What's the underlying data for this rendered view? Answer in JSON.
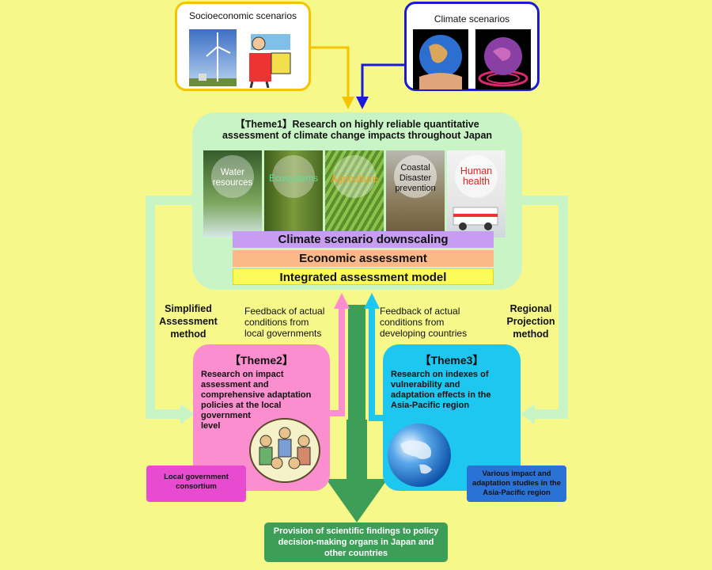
{
  "scenarios": {
    "socioeconomic_title": "Socioeconomic scenarios",
    "climate_title": "Climate scenarios"
  },
  "theme1": {
    "title_line1": "【Theme1】Research on highly reliable quantitative",
    "title_line2": "assessment of climate change impacts throughout Japan",
    "sectors": [
      {
        "line1": "Water",
        "line2": "resources"
      },
      {
        "line1": "Ecosystems",
        "line2": ""
      },
      {
        "line1": "Agriculture",
        "line2": ""
      },
      {
        "line1": "Coastal",
        "line2": "Disaster",
        "line3": "prevention"
      },
      {
        "line1": "Human",
        "line2": "health"
      }
    ],
    "bars": {
      "downscaling": "Climate scenario downscaling",
      "economic": "Economic assessment",
      "integrated": "Integrated assessment model"
    }
  },
  "labels": {
    "simplified_1": "Simplified",
    "simplified_2": "Assessment",
    "simplified_3": "method",
    "regional_1": "Regional",
    "regional_2": "Projection",
    "regional_3": "method",
    "feedback_local_1": "Feedback of actual",
    "feedback_local_2": "conditions from",
    "feedback_local_3": "local governments",
    "feedback_dev_1": "Feedback of actual",
    "feedback_dev_2": "conditions from",
    "feedback_dev_3": "developing countries"
  },
  "theme2": {
    "title": "【Theme2】",
    "body": [
      "Research on impact",
      "assessment and",
      "comprehensive adaptation",
      "policies at the local",
      "government",
      "level"
    ]
  },
  "theme3": {
    "title": "【Theme3】",
    "body": [
      "Research on indexes of",
      "vulnerability and",
      "adaptation effects in the",
      "Asia-Pacific region"
    ]
  },
  "local_consortium": [
    "Local government",
    "consortium"
  ],
  "asia_studies": [
    "Various impact and",
    "adaptation studies in the",
    "Asia-Pacific region"
  ],
  "provision": [
    "Provision of scientific findings to policy",
    "decision-making organs in Japan and",
    "other countries"
  ],
  "colors": {
    "background": "#f6f98a",
    "theme1": "#c9f5c6",
    "theme2": "#fb8ece",
    "theme3": "#1dc7ef",
    "downscaling_bar": "#c79df2",
    "economic_bar": "#fbb98a",
    "integrated_bar": "#fbfb5a",
    "provision_box": "#3d9f57",
    "socio_arrow": "#f5c400",
    "climate_arrow": "#1a1ad8"
  }
}
